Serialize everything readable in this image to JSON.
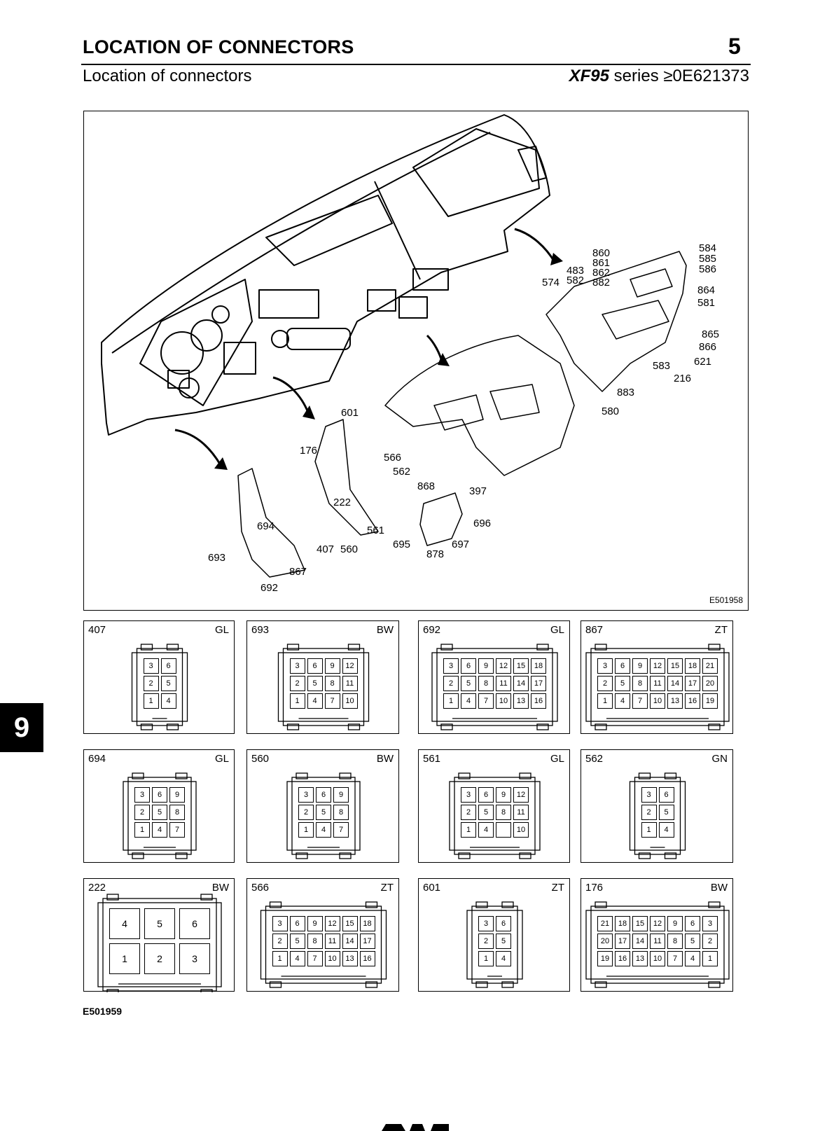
{
  "header": {
    "title": "LOCATION OF CONNECTORS",
    "chapter_number": "5",
    "subtitle": "Location of connectors",
    "series_model": "XF95",
    "series_text": " series ",
    "series_symbol": "≥",
    "series_code": "0E621373"
  },
  "figure": {
    "code": "E501958",
    "callouts": [
      "584",
      "585",
      "586",
      "860",
      "861",
      "862",
      "882",
      "483",
      "582",
      "574",
      "864",
      "581",
      "865",
      "866",
      "621",
      "583",
      "216",
      "883",
      "580",
      "601",
      "176",
      "566",
      "562",
      "868",
      "397",
      "222",
      "696",
      "694",
      "695",
      "697",
      "878",
      "561",
      "407",
      "560",
      "693",
      "867",
      "692"
    ]
  },
  "side_tab": "9",
  "page_code": "E501959",
  "panels": [
    {
      "id": "407",
      "color": "GL",
      "rows": [
        [
          "3",
          "6"
        ],
        [
          "2",
          "5"
        ],
        [
          "1",
          "4"
        ]
      ]
    },
    {
      "id": "693",
      "color": "BW",
      "rows": [
        [
          "3",
          "6",
          "9",
          "12"
        ],
        [
          "2",
          "5",
          "8",
          "11"
        ],
        [
          "1",
          "4",
          "7",
          "10"
        ]
      ]
    },
    {
      "id": "692",
      "color": "GL",
      "rows": [
        [
          "3",
          "6",
          "9",
          "12",
          "15",
          "18"
        ],
        [
          "2",
          "5",
          "8",
          "11",
          "14",
          "17"
        ],
        [
          "1",
          "4",
          "7",
          "10",
          "13",
          "16"
        ]
      ]
    },
    {
      "id": "867",
      "color": "ZT",
      "rows": [
        [
          "3",
          "6",
          "9",
          "12",
          "15",
          "18",
          "21"
        ],
        [
          "2",
          "5",
          "8",
          "11",
          "14",
          "17",
          "20"
        ],
        [
          "1",
          "4",
          "7",
          "10",
          "13",
          "16",
          "19"
        ]
      ]
    },
    {
      "id": "694",
      "color": "GL",
      "rows": [
        [
          "3",
          "6",
          "9"
        ],
        [
          "2",
          "5",
          "8"
        ],
        [
          "1",
          "4",
          "7"
        ]
      ]
    },
    {
      "id": "560",
      "color": "BW",
      "rows": [
        [
          "3",
          "6",
          "9"
        ],
        [
          "2",
          "5",
          "8"
        ],
        [
          "1",
          "4",
          "7"
        ]
      ]
    },
    {
      "id": "561",
      "color": "GL",
      "rows": [
        [
          "3",
          "6",
          "9",
          "12"
        ],
        [
          "2",
          "5",
          "8",
          "11"
        ],
        [
          "1",
          "4",
          "",
          "10"
        ]
      ]
    },
    {
      "id": "562",
      "color": "GN",
      "rows": [
        [
          "3",
          "6"
        ],
        [
          "2",
          "5"
        ],
        [
          "1",
          "4"
        ]
      ]
    },
    {
      "id": "222",
      "color": "BW",
      "rows": [
        [
          "4",
          "5",
          "6"
        ],
        [
          "1",
          "2",
          "3"
        ]
      ]
    },
    {
      "id": "566",
      "color": "ZT",
      "rows": [
        [
          "3",
          "6",
          "9",
          "12",
          "15",
          "18"
        ],
        [
          "2",
          "5",
          "8",
          "11",
          "14",
          "17"
        ],
        [
          "1",
          "4",
          "7",
          "10",
          "13",
          "16"
        ]
      ]
    },
    {
      "id": "601",
      "color": "ZT",
      "rows": [
        [
          "3",
          "6"
        ],
        [
          "2",
          "5"
        ],
        [
          "1",
          "4"
        ]
      ]
    },
    {
      "id": "176",
      "color": "BW",
      "rows": [
        [
          "21",
          "18",
          "15",
          "12",
          "9",
          "6",
          "3"
        ],
        [
          "20",
          "17",
          "14",
          "11",
          "8",
          "5",
          "2"
        ],
        [
          "19",
          "16",
          "13",
          "10",
          "7",
          "4",
          "1"
        ]
      ]
    }
  ]
}
